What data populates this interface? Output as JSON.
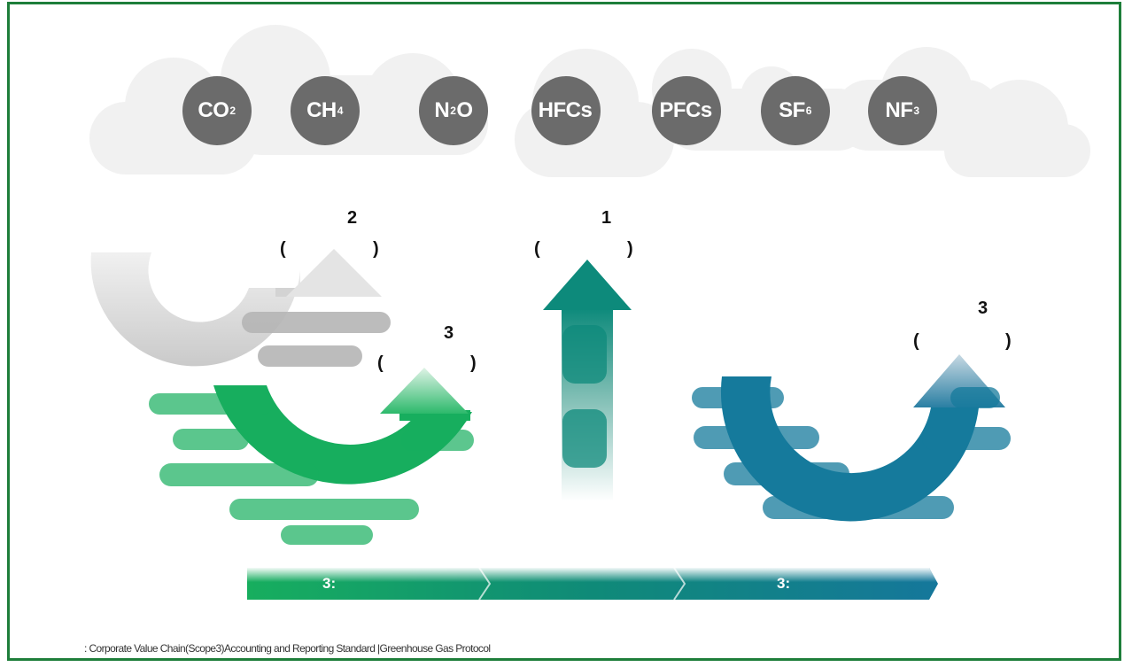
{
  "gases": [
    {
      "base": "CO",
      "sub": "2",
      "tail": ""
    },
    {
      "base": "CH",
      "sub": "4",
      "tail": ""
    },
    {
      "base": "N",
      "sub": "2",
      "tail": "O"
    },
    {
      "base": "HFCs",
      "sub": "",
      "tail": ""
    },
    {
      "base": "PFCs",
      "sub": "",
      "tail": ""
    },
    {
      "base": "SF",
      "sub": "6",
      "tail": ""
    },
    {
      "base": "NF",
      "sub": "3",
      "tail": ""
    }
  ],
  "labels": {
    "scope2": {
      "number": "2",
      "open": "(",
      "close": ")"
    },
    "scope3_upstream": {
      "number": "3",
      "open": "(",
      "close": ")"
    },
    "scope1": {
      "number": "1",
      "open": "(",
      "close": ")"
    },
    "scope3_downstream": {
      "number": "3",
      "open": "(",
      "close": ")"
    }
  },
  "bottom_bar": {
    "left_text": "3:",
    "right_text": "3:"
  },
  "source": ": Corporate Value Chain(Scope3)Accounting and Reporting Standard |Greenhouse Gas Protocol",
  "colors": {
    "frame": "#1e7e3a",
    "gas_circle": "#6b6b6b",
    "green": "#19ae5e",
    "teal": "#0e8a7a",
    "blue": "#157a9c",
    "gray": "#bdbdbd"
  }
}
